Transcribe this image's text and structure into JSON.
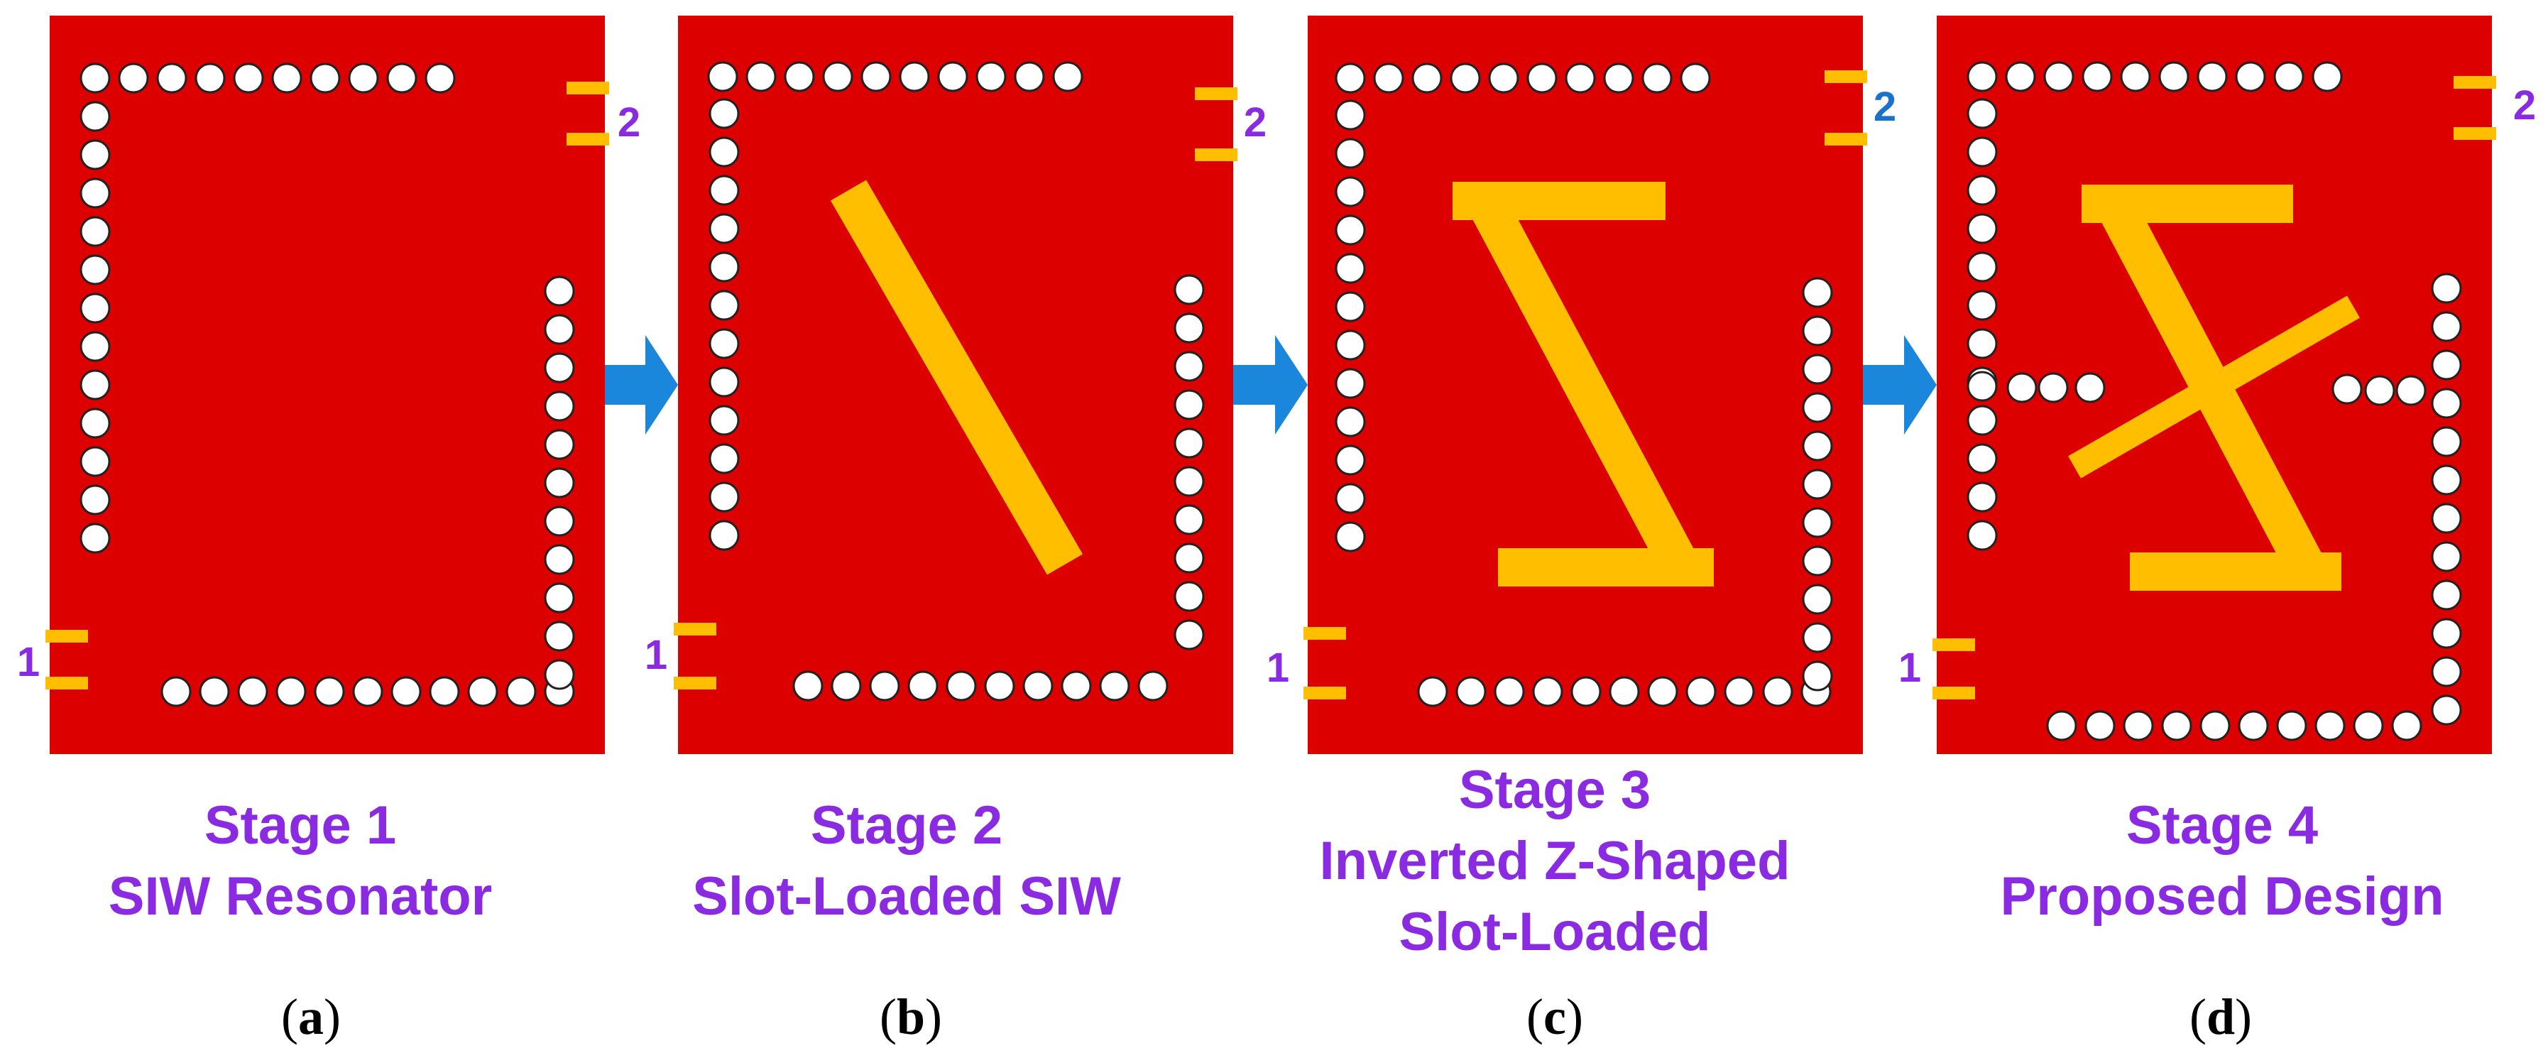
{
  "colors": {
    "substrate": "#dd0000",
    "slot": "#ffbf00",
    "via_fill": "#ffffff",
    "via_stroke": "#222222",
    "arrow": "#1a86dc",
    "caption": "#8a2be2",
    "port_label_purple": "#8a2be2",
    "port_label_blue": "#1a73c9"
  },
  "stages": [
    {
      "letter": "a",
      "stage_label": "Stage 1",
      "caption_lines": [
        "SIW Resonator"
      ],
      "port_labels": {
        "input": "1",
        "output": "2"
      },
      "output_label_color": "purple"
    },
    {
      "letter": "b",
      "stage_label": "Stage 2",
      "caption_lines": [
        "Slot-Loaded SIW"
      ],
      "port_labels": {
        "input": "1",
        "output": "2"
      },
      "output_label_color": "purple"
    },
    {
      "letter": "c",
      "stage_label": "Stage 3",
      "caption_lines": [
        "Inverted Z-Shaped",
        "Slot-Loaded"
      ],
      "port_labels": {
        "input": "1",
        "output": "2"
      },
      "output_label_color": "blue"
    },
    {
      "letter": "d",
      "stage_label": "Stage 4",
      "caption_lines": [
        "Proposed Design"
      ],
      "port_labels": {
        "input": "1",
        "output": "2"
      },
      "output_label_color": "purple"
    }
  ]
}
